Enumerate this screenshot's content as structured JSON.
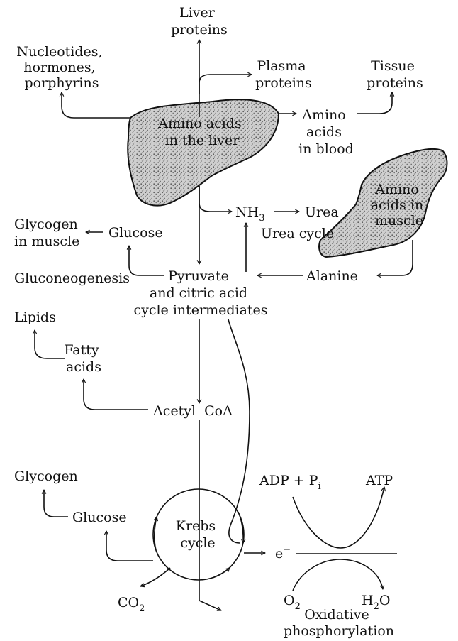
{
  "nodes": {
    "liver_proteins": [
      "Liver",
      "proteins"
    ],
    "nucleotides": [
      "Nucleotides,",
      "hormones,",
      "porphyrins"
    ],
    "plasma_proteins": [
      "Plasma",
      "proteins"
    ],
    "tissue_proteins": [
      "Tissue",
      "proteins"
    ],
    "amino_liver": [
      "Amino acids",
      "in the liver"
    ],
    "amino_blood": [
      "Amino",
      "acids",
      "in blood"
    ],
    "amino_muscle": [
      "Amino",
      "acids in",
      "muscle"
    ],
    "nh3": "NH",
    "nh3_sub": "3",
    "urea": "Urea",
    "urea_cycle": "Urea cycle",
    "glycogen_muscle": [
      "Glycogen",
      "in muscle"
    ],
    "glucose_top": "Glucose",
    "gluconeogenesis": "Gluconeogenesis",
    "pyruvate": [
      "Pyruvate",
      "and citric acid",
      "cycle intermediates"
    ],
    "alanine": "Alanine",
    "lipids": "Lipids",
    "fatty_acids": [
      "Fatty",
      "acids"
    ],
    "acetyl_coa": "Acetyl  CoA",
    "glycogen_bottom": "Glycogen",
    "glucose_bottom": "Glucose",
    "krebs": [
      "Krebs",
      "cycle"
    ],
    "co2": "CO",
    "co2_sub": "2",
    "electron": "e",
    "electron_sup": "−",
    "adp": "ADP + P",
    "adp_sub": "i",
    "atp": "ATP",
    "o2": "O",
    "o2_sub": "2",
    "h2o_h": "H",
    "h2o_sub": "2",
    "h2o_o": "O",
    "oxidative": [
      "Oxidative",
      "phosphorylation"
    ]
  }
}
